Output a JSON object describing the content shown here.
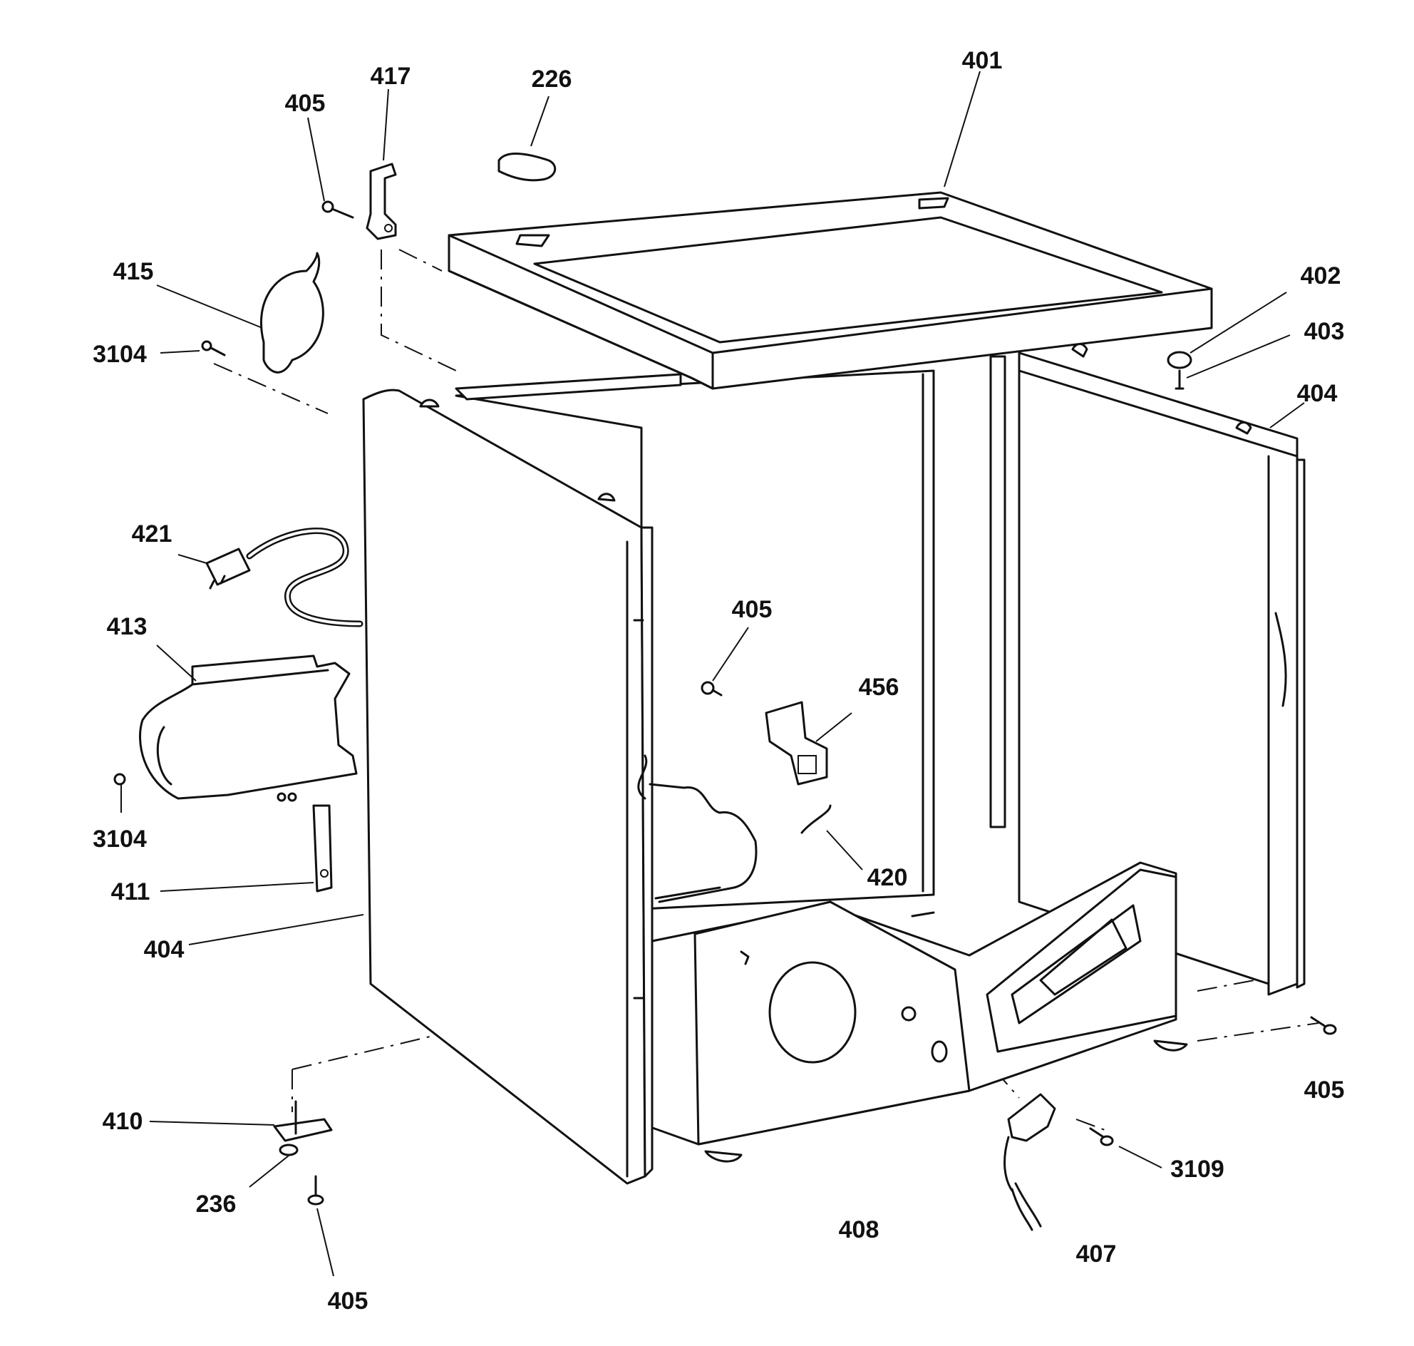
{
  "callouts": [
    {
      "id": "c401",
      "label": "401"
    },
    {
      "id": "c417",
      "label": "417"
    },
    {
      "id": "c226",
      "label": "226"
    },
    {
      "id": "c405a",
      "label": "405"
    },
    {
      "id": "c415",
      "label": "415"
    },
    {
      "id": "c3104a",
      "label": "3104"
    },
    {
      "id": "c402",
      "label": "402"
    },
    {
      "id": "c403",
      "label": "403"
    },
    {
      "id": "c404a",
      "label": "404"
    },
    {
      "id": "c421",
      "label": "421"
    },
    {
      "id": "c405b",
      "label": "405"
    },
    {
      "id": "c413",
      "label": "413"
    },
    {
      "id": "c456",
      "label": "456"
    },
    {
      "id": "c3104b",
      "label": "3104"
    },
    {
      "id": "c420",
      "label": "420"
    },
    {
      "id": "c411",
      "label": "411"
    },
    {
      "id": "c404b",
      "label": "404"
    },
    {
      "id": "c405c",
      "label": "405"
    },
    {
      "id": "c410",
      "label": "410"
    },
    {
      "id": "c3109",
      "label": "3109"
    },
    {
      "id": "c236",
      "label": "236"
    },
    {
      "id": "c408",
      "label": "408"
    },
    {
      "id": "c407",
      "label": "407"
    },
    {
      "id": "c405d",
      "label": "405"
    }
  ]
}
